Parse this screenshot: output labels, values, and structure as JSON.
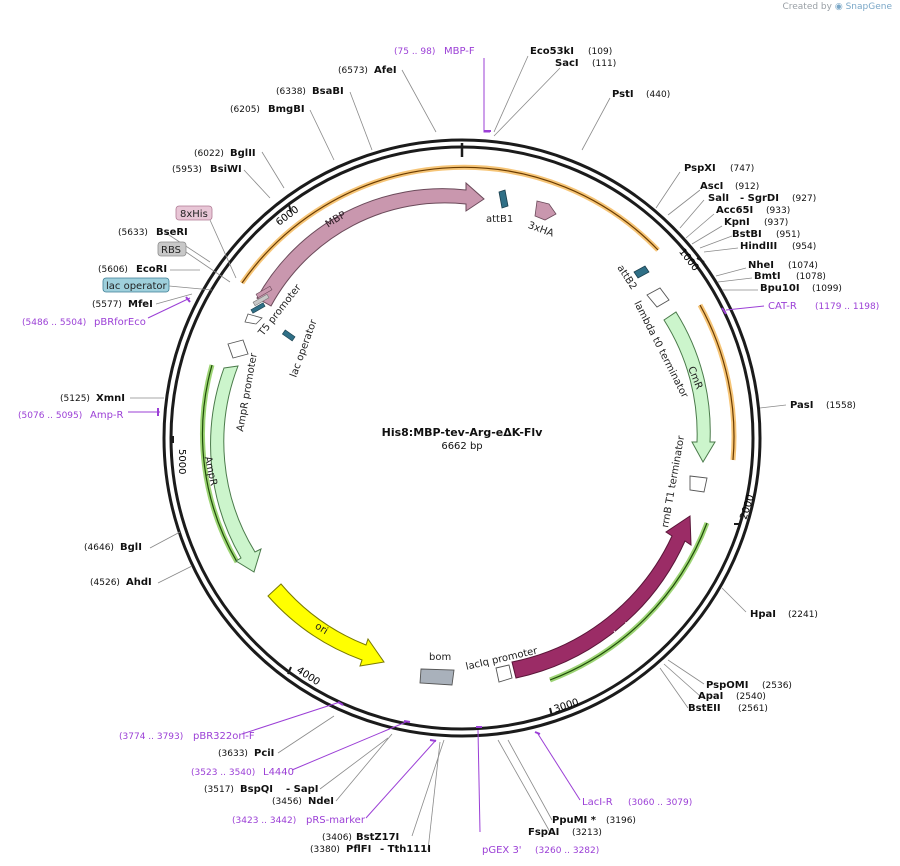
{
  "credit": {
    "prefix": "Created by",
    "brand": "SnapGene"
  },
  "plasmid": {
    "name": "His8:MBP-tev-Arg-eΔK-Flv",
    "length_label": "6662 bp",
    "length": 6662
  },
  "ticks": [
    "1000",
    "2000",
    "3000",
    "4000",
    "5000",
    "6000"
  ],
  "sites": [
    {
      "name": "Eco53kI",
      "pos": "(109)"
    },
    {
      "name": "SacI",
      "pos": "(111)"
    },
    {
      "name": "PstI",
      "pos": "(440)"
    },
    {
      "name": "PspXI",
      "pos": "(747)"
    },
    {
      "name": "AscI",
      "pos": "(912)"
    },
    {
      "name": "SalI",
      "pos": ""
    },
    {
      "name": "- SgrDI",
      "pos": "(927)"
    },
    {
      "name": "Acc65I",
      "pos": "(933)"
    },
    {
      "name": "KpnI",
      "pos": "(937)"
    },
    {
      "name": "BstBI",
      "pos": "(951)"
    },
    {
      "name": "HindIII",
      "pos": "(954)"
    },
    {
      "name": "NheI",
      "pos": "(1074)"
    },
    {
      "name": "BmtI",
      "pos": "(1078)"
    },
    {
      "name": "Bpu10I",
      "pos": "(1099)"
    },
    {
      "name": "PasI",
      "pos": "(1558)"
    },
    {
      "name": "HpaI",
      "pos": "(2241)"
    },
    {
      "name": "PspOMI",
      "pos": "(2536)"
    },
    {
      "name": "ApaI",
      "pos": "(2540)"
    },
    {
      "name": "BstEII",
      "pos": "(2561)"
    },
    {
      "name": "PpuMI *",
      "pos": "(3196)"
    },
    {
      "name": "FspAI",
      "pos": "(3213)"
    },
    {
      "name": "BstZ17I",
      "pos": "(3406)"
    },
    {
      "name": "PflFI",
      "pos": "(3380)"
    },
    {
      "name": "- Tth111I",
      "pos": ""
    },
    {
      "name": "NdeI",
      "pos": "(3456)"
    },
    {
      "name": "BspQI",
      "pos": "(3517)"
    },
    {
      "name": "- SapI",
      "pos": ""
    },
    {
      "name": "PciI",
      "pos": "(3633)"
    },
    {
      "name": "AhdI",
      "pos": "(4526)"
    },
    {
      "name": "BglI",
      "pos": "(4646)"
    },
    {
      "name": "XmnI",
      "pos": "(5125)"
    },
    {
      "name": "MfeI",
      "pos": "(5577)"
    },
    {
      "name": "EcoRI",
      "pos": "(5606)"
    },
    {
      "name": "BseRI",
      "pos": "(5633)"
    },
    {
      "name": "BsiWI",
      "pos": "(5953)"
    },
    {
      "name": "BglII",
      "pos": "(6022)"
    },
    {
      "name": "BmgBI",
      "pos": "(6205)"
    },
    {
      "name": "BsaBI",
      "pos": "(6338)"
    },
    {
      "name": "AfeI",
      "pos": "(6573)"
    }
  ],
  "primers": [
    {
      "name": "MBP-F",
      "range": "(75 .. 98)"
    },
    {
      "name": "CAT-R",
      "range": "(1179 .. 1198)"
    },
    {
      "name": "LacI-R",
      "range": "(3060 .. 3079)"
    },
    {
      "name": "pGEX 3'",
      "range": "(3260 .. 3282)"
    },
    {
      "name": "pRS-marker",
      "range": "(3423 .. 3442)"
    },
    {
      "name": "L4440",
      "range": "(3523 .. 3540)"
    },
    {
      "name": "pBR322ori-F",
      "range": "(3774 .. 3793)"
    },
    {
      "name": "Amp-R",
      "range": "(5076 .. 5095)"
    },
    {
      "name": "pBRforEco",
      "range": "(5486 .. 5504)"
    }
  ],
  "features": [
    {
      "name": "MBP",
      "color": "#c997ae"
    },
    {
      "name": "attB1",
      "color": "#2f6f86"
    },
    {
      "name": "3xHA",
      "color": "#c997ae"
    },
    {
      "name": "attB2",
      "color": "#2f6f86"
    },
    {
      "name": "lambda t0 terminator",
      "color": "#ffffff"
    },
    {
      "name": "CmR",
      "color": "#ccf5cc"
    },
    {
      "name": "rrnB T1 terminator",
      "color": "#ffffff"
    },
    {
      "name": "lacI",
      "color": "#9b2c66"
    },
    {
      "name": "lacIq promoter",
      "color": "#ffffff"
    },
    {
      "name": "bom",
      "color": "#a9b1bb"
    },
    {
      "name": "ori",
      "color": "#ffff00"
    },
    {
      "name": "AmpR",
      "color": "#ccf5cc"
    },
    {
      "name": "AmpR promoter",
      "color": "#ffffff"
    },
    {
      "name": "T5 promoter",
      "color": "#ffffff"
    },
    {
      "name": "lac operator",
      "color": "#2f6f86"
    }
  ],
  "boxed_labels": [
    {
      "name": "8xHis",
      "fill": "#e8c6d6",
      "stroke": "#b07a94"
    },
    {
      "name": "RBS",
      "fill": "#c8c8c8",
      "stroke": "#8c8c8c"
    },
    {
      "name": "lac operator",
      "fill": "#9fd0dc",
      "stroke": "#3d7e95"
    }
  ],
  "colors": {
    "backbone": "#1b1b1b",
    "primer": "#9b3fd6",
    "highlight_orange": "#f3b24a",
    "highlight_green": "#73c23a",
    "leader": "#8a8a8a"
  }
}
